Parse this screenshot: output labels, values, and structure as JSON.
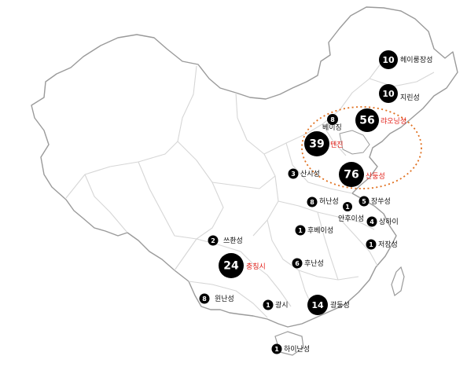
{
  "map": {
    "colors": {
      "land": "#ffffff",
      "outline": "#9a9a9a",
      "inner_border": "#d6d6d6",
      "marker": "#000000",
      "marker_text": "#ffffff",
      "label": "#111111",
      "highlight": "#e3221b",
      "dotted_ellipse": "#e0701f"
    },
    "markers": [
      {
        "id": "heilongjiang",
        "count": "10",
        "label": "헤이룽장성",
        "highlight": false
      },
      {
        "id": "jilin",
        "count": "10",
        "label": "지린성",
        "highlight": false
      },
      {
        "id": "beijing",
        "count": "8",
        "label": "베이징",
        "highlight": false
      },
      {
        "id": "liaoning",
        "count": "56",
        "label": "랴오닝성",
        "highlight": true
      },
      {
        "id": "tianjin",
        "count": "39",
        "label": "텐진",
        "highlight": true
      },
      {
        "id": "shanxi",
        "count": "3",
        "label": "산시성",
        "highlight": false
      },
      {
        "id": "shandong",
        "count": "76",
        "label": "산둥성",
        "highlight": true
      },
      {
        "id": "henan",
        "count": "8",
        "label": "허난성",
        "highlight": false
      },
      {
        "id": "jiangsu",
        "count": "5",
        "label": "장쑤성",
        "highlight": false
      },
      {
        "id": "anhui",
        "count": "1",
        "label": "안후이성",
        "highlight": false
      },
      {
        "id": "shanghai",
        "count": "4",
        "label": "상하이",
        "highlight": false
      },
      {
        "id": "hubei",
        "count": "1",
        "label": "후베이성",
        "highlight": false
      },
      {
        "id": "sichuan",
        "count": "2",
        "label": "쓰촨성",
        "highlight": false
      },
      {
        "id": "zhejiang",
        "count": "1",
        "label": "저장성",
        "highlight": false
      },
      {
        "id": "chongqing",
        "count": "24",
        "label": "충칭시",
        "highlight": true
      },
      {
        "id": "hunan",
        "count": "6",
        "label": "후난성",
        "highlight": false
      },
      {
        "id": "yunnan",
        "count": "8",
        "label": "윈난성",
        "highlight": false
      },
      {
        "id": "guangxi",
        "count": "1",
        "label": "광시",
        "highlight": false
      },
      {
        "id": "guangdong",
        "count": "14",
        "label": "광둥성",
        "highlight": false
      },
      {
        "id": "hainan",
        "count": "1",
        "label": "하이난성",
        "highlight": false
      }
    ]
  }
}
